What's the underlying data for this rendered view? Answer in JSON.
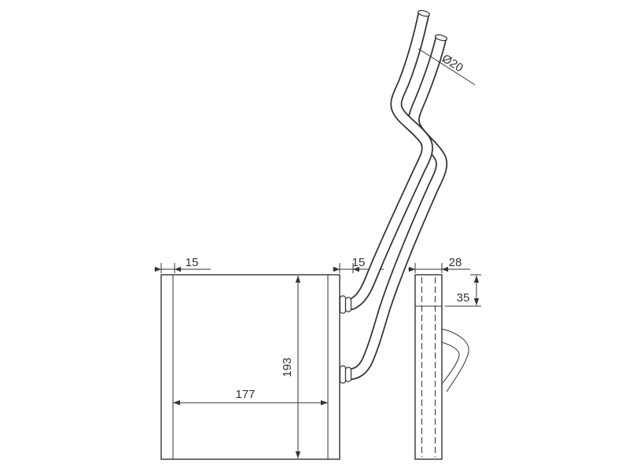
{
  "drawing": {
    "colors": {
      "line": "#333333",
      "background": "#ffffff"
    },
    "dimensions": {
      "flange_width": "15",
      "pipe_stub": "15",
      "side_depth": "28",
      "port_offset": "35",
      "core_width": "177",
      "core_height": "193",
      "pipe_diameter": "Ø20"
    }
  }
}
